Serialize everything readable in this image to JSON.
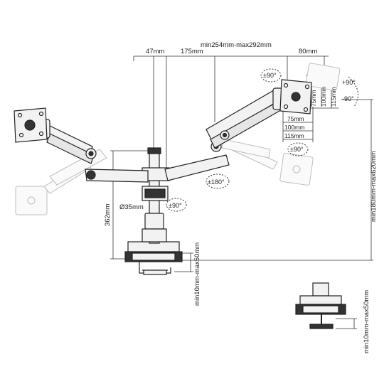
{
  "colors": {
    "line": "#222222",
    "dim_line": "#333333",
    "part_fill": "#f2f2f2",
    "dark_fill": "#333333",
    "ghost": "#bdbdbd"
  },
  "dimensions": {
    "top_left": "47mm",
    "top_mid": "175mm",
    "top_span": "min254mm-max292mm",
    "top_right": "80mm",
    "rot_top": "±90°",
    "tilt_up": "+90°",
    "tilt_down": "-90°",
    "vesa_75_h": "75mm",
    "vesa_100_h": "100mm",
    "vesa_115_h": "115mm",
    "vesa_75_w": "75mm",
    "vesa_100_w": "100mm",
    "vesa_115_w": "115mm",
    "rot_bottom": "±90°",
    "swivel_180": "±180°",
    "swivel_90": "±90°",
    "pole_diameter": "Ø35mm",
    "pole_height": "362mm",
    "height_range": "min180mm-max620mm",
    "clamp_range": "min10mm-max50mm",
    "grommet_range": "min10mm-max50mm"
  }
}
